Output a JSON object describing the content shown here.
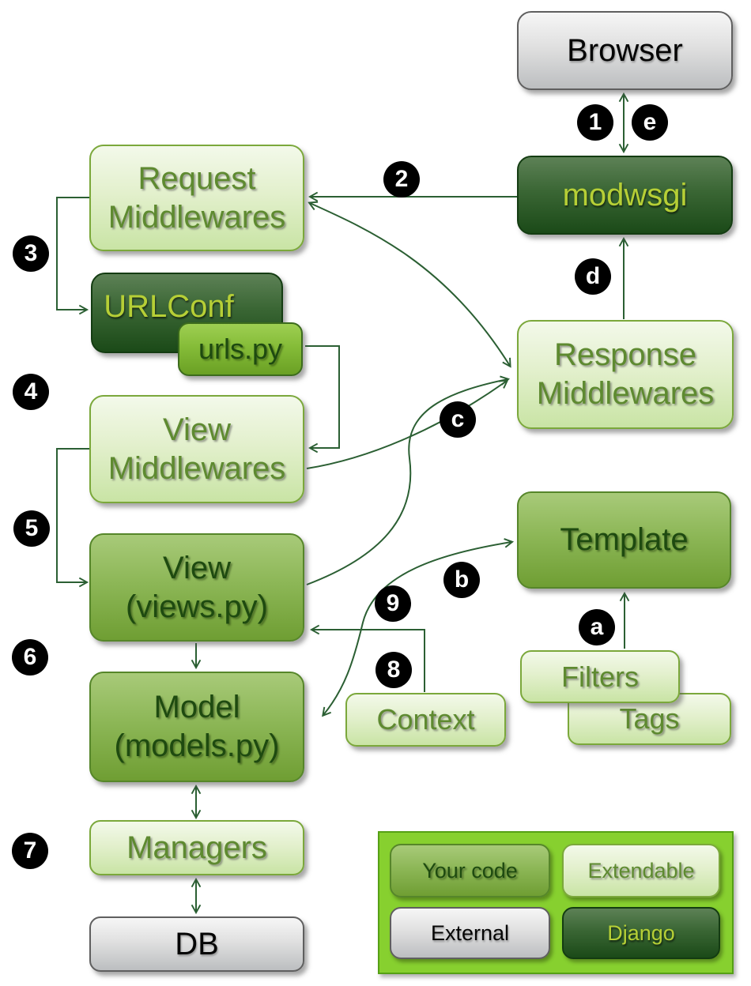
{
  "nodes": {
    "browser": {
      "label": "Browser"
    },
    "modwsgi": {
      "label": "modwsgi"
    },
    "request_mw": {
      "label": "Request\nMiddlewares"
    },
    "urlconf": {
      "label": "URLConf"
    },
    "urls_py": {
      "label": "urls.py"
    },
    "view_mw": {
      "label": "View\nMiddlewares"
    },
    "view": {
      "label": "View\n(views.py)"
    },
    "model": {
      "label": "Model\n(models.py)"
    },
    "managers": {
      "label": "Managers"
    },
    "db": {
      "label": "DB"
    },
    "response_mw": {
      "label": "Response\nMiddlewares"
    },
    "template": {
      "label": "Template"
    },
    "filters": {
      "label": "Filters"
    },
    "tags": {
      "label": "Tags"
    },
    "context": {
      "label": "Context"
    }
  },
  "badges": {
    "1": "1",
    "2": "2",
    "3": "3",
    "4": "4",
    "5": "5",
    "6": "6",
    "7": "7",
    "8": "8",
    "9": "9",
    "a": "a",
    "b": "b",
    "c": "c",
    "d": "d",
    "e": "e"
  },
  "legend": {
    "your_code": "Your code",
    "extendable": "Extendable",
    "external": "External",
    "django": "Django"
  },
  "colors": {
    "arrow": "#2b5f33",
    "light_box_top": "#f3f9ea",
    "light_box_bottom": "#c9e4a5",
    "medium_box_top": "#a8ca79",
    "medium_box_bottom": "#6f9e33",
    "dark_box_top": "#5d8156",
    "dark_box_bottom": "#1b4a18",
    "gray_box_top": "#f6f6f6",
    "gray_box_bottom": "#bcbec0",
    "legend_background": "#87d02f",
    "badge_background": "#000000",
    "badge_text": "#ffffff",
    "light_text": "#5e8a30",
    "medium_text": "#1e4a10",
    "dark_text": "#b6cf36"
  }
}
